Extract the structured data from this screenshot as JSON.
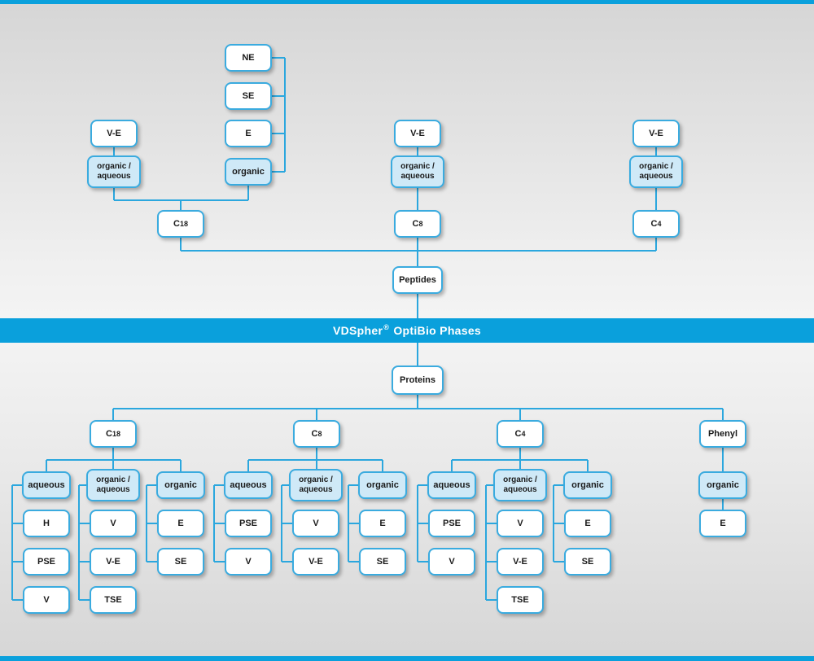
{
  "banner": {
    "title": "VDSpher® OptiBio Phases"
  },
  "colors": {
    "accent": "#0aa0dc",
    "line": "#2ba7de",
    "box_border": "#3aabdf",
    "box_fill": "#ffffff",
    "highlight_fill": "#cfe9f7",
    "text": "#1a1a1a",
    "banner_text": "#ffffff"
  },
  "hierarchy": {
    "peptides": {
      "C18": {
        "organic / aqueous": [
          "V-E"
        ],
        "organic": [
          "NE",
          "SE",
          "E"
        ]
      },
      "C8": {
        "organic / aqueous": [
          "V-E"
        ]
      },
      "C4": {
        "organic / aqueous": [
          "V-E"
        ]
      }
    },
    "proteins": {
      "C18": {
        "aqueous": [
          "H",
          "PSE",
          "V"
        ],
        "organic / aqueous": [
          "V",
          "V-E",
          "TSE"
        ],
        "organic": [
          "E",
          "SE"
        ]
      },
      "C8": {
        "aqueous": [
          "PSE",
          "V"
        ],
        "organic / aqueous": [
          "V",
          "V-E"
        ],
        "organic": [
          "E",
          "SE"
        ]
      },
      "C4": {
        "aqueous": [
          "PSE",
          "V"
        ],
        "organic / aqueous": [
          "V",
          "V-E",
          "TSE"
        ],
        "organic": [
          "E",
          "SE"
        ]
      },
      "Phenyl": {
        "organic": [
          "E"
        ]
      }
    }
  },
  "nodes": [
    {
      "id": "pep_ne",
      "label": "NE",
      "variant": "plain"
    },
    {
      "id": "pep_se",
      "label": "SE",
      "variant": "plain"
    },
    {
      "id": "pep_e",
      "label": "E",
      "variant": "plain"
    },
    {
      "id": "pep_organic",
      "label": "organic",
      "variant": "highlight"
    },
    {
      "id": "pep_ve_c18",
      "label": "V-E",
      "variant": "plain"
    },
    {
      "id": "pep_orgaq_c18",
      "label": "organic /\naqueous",
      "variant": "highlight"
    },
    {
      "id": "pep_ve_c8",
      "label": "V-E",
      "variant": "plain"
    },
    {
      "id": "pep_orgaq_c8",
      "label": "organic /\naqueous",
      "variant": "highlight"
    },
    {
      "id": "pep_ve_c4",
      "label": "V-E",
      "variant": "plain"
    },
    {
      "id": "pep_orgaq_c4",
      "label": "organic /\naqueous",
      "variant": "highlight"
    },
    {
      "id": "pep_c18",
      "label": "C18",
      "variant": "plain"
    },
    {
      "id": "pep_c8",
      "label": "C8",
      "variant": "plain"
    },
    {
      "id": "pep_c4",
      "label": "C4",
      "variant": "plain"
    },
    {
      "id": "peptides",
      "label": "Peptides",
      "variant": "plain"
    },
    {
      "id": "proteins",
      "label": "Proteins",
      "variant": "plain"
    },
    {
      "id": "pro_c18",
      "label": "C18",
      "variant": "plain"
    },
    {
      "id": "pro_c8",
      "label": "C8",
      "variant": "plain"
    },
    {
      "id": "pro_c4",
      "label": "C4",
      "variant": "plain"
    },
    {
      "id": "pro_phenyl",
      "label": "Phenyl",
      "variant": "plain"
    },
    {
      "id": "c18_aqueous",
      "label": "aqueous",
      "variant": "highlight"
    },
    {
      "id": "c18_orgaq",
      "label": "organic /\naqueous",
      "variant": "highlight"
    },
    {
      "id": "c18_organic",
      "label": "organic",
      "variant": "highlight"
    },
    {
      "id": "c18_h",
      "label": "H",
      "variant": "plain"
    },
    {
      "id": "c18_pse",
      "label": "PSE",
      "variant": "plain"
    },
    {
      "id": "c18_v",
      "label": "V",
      "variant": "plain"
    },
    {
      "id": "c18_oa_v",
      "label": "V",
      "variant": "plain"
    },
    {
      "id": "c18_oa_ve",
      "label": "V-E",
      "variant": "plain"
    },
    {
      "id": "c18_oa_tse",
      "label": "TSE",
      "variant": "plain"
    },
    {
      "id": "c18_org_e",
      "label": "E",
      "variant": "plain"
    },
    {
      "id": "c18_org_se",
      "label": "SE",
      "variant": "plain"
    },
    {
      "id": "c8_aqueous",
      "label": "aqueous",
      "variant": "highlight"
    },
    {
      "id": "c8_orgaq",
      "label": "organic /\naqueous",
      "variant": "highlight"
    },
    {
      "id": "c8_organic",
      "label": "organic",
      "variant": "highlight"
    },
    {
      "id": "c8_aq_pse",
      "label": "PSE",
      "variant": "plain"
    },
    {
      "id": "c8_aq_v",
      "label": "V",
      "variant": "plain"
    },
    {
      "id": "c8_oa_v",
      "label": "V",
      "variant": "plain"
    },
    {
      "id": "c8_oa_ve",
      "label": "V-E",
      "variant": "plain"
    },
    {
      "id": "c8_org_e",
      "label": "E",
      "variant": "plain"
    },
    {
      "id": "c8_org_se",
      "label": "SE",
      "variant": "plain"
    },
    {
      "id": "c4_aqueous",
      "label": "aqueous",
      "variant": "highlight"
    },
    {
      "id": "c4_orgaq",
      "label": "organic /\naqueous",
      "variant": "highlight"
    },
    {
      "id": "c4_organic",
      "label": "organic",
      "variant": "highlight"
    },
    {
      "id": "c4_aq_pse",
      "label": "PSE",
      "variant": "plain"
    },
    {
      "id": "c4_aq_v",
      "label": "V",
      "variant": "plain"
    },
    {
      "id": "c4_oa_v",
      "label": "V",
      "variant": "plain"
    },
    {
      "id": "c4_oa_ve",
      "label": "V-E",
      "variant": "plain"
    },
    {
      "id": "c4_oa_tse",
      "label": "TSE",
      "variant": "plain"
    },
    {
      "id": "c4_org_e",
      "label": "E",
      "variant": "plain"
    },
    {
      "id": "c4_org_se",
      "label": "SE",
      "variant": "plain"
    },
    {
      "id": "phenyl_organic",
      "label": "organic",
      "variant": "highlight"
    },
    {
      "id": "phenyl_e",
      "label": "E",
      "variant": "plain"
    }
  ]
}
